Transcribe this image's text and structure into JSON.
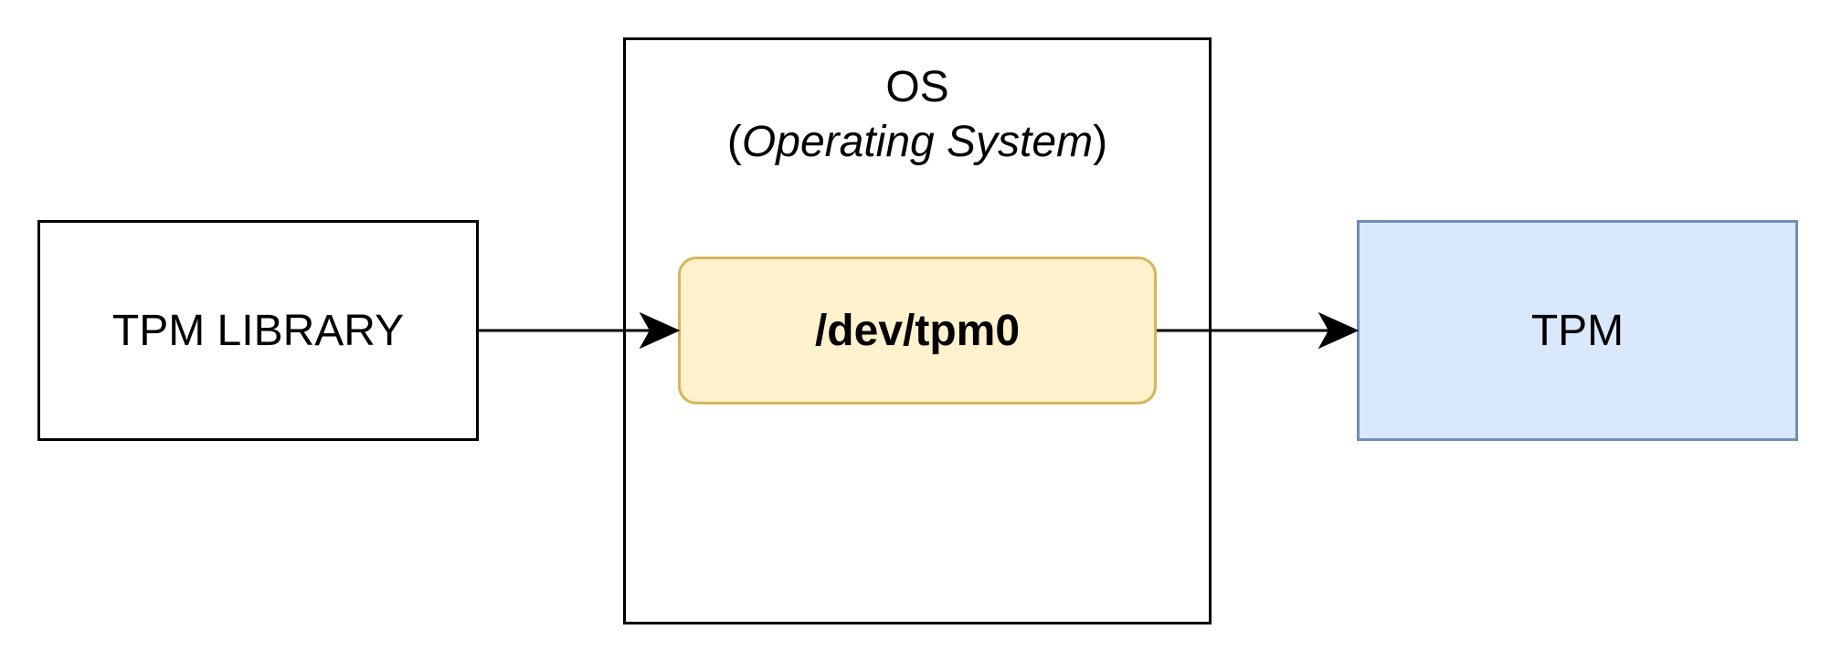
{
  "nodes": {
    "library": {
      "label": "TPM LIBRARY"
    },
    "os": {
      "title": "OS",
      "subtitle_open": "(",
      "subtitle_italic": "Operating System",
      "subtitle_close": ")"
    },
    "device": {
      "label": "/dev/tpm0"
    },
    "tpm": {
      "label": "TPM"
    }
  },
  "edges": [
    {
      "from": "TPM LIBRARY",
      "to": "/dev/tpm0"
    },
    {
      "from": "/dev/tpm0",
      "to": "TPM"
    }
  ],
  "colors": {
    "device_fill": "#fff2cc",
    "device_border": "#d6b656",
    "tpm_fill": "#dae8fc",
    "tpm_border": "#6c8ebf",
    "line": "#000000"
  }
}
